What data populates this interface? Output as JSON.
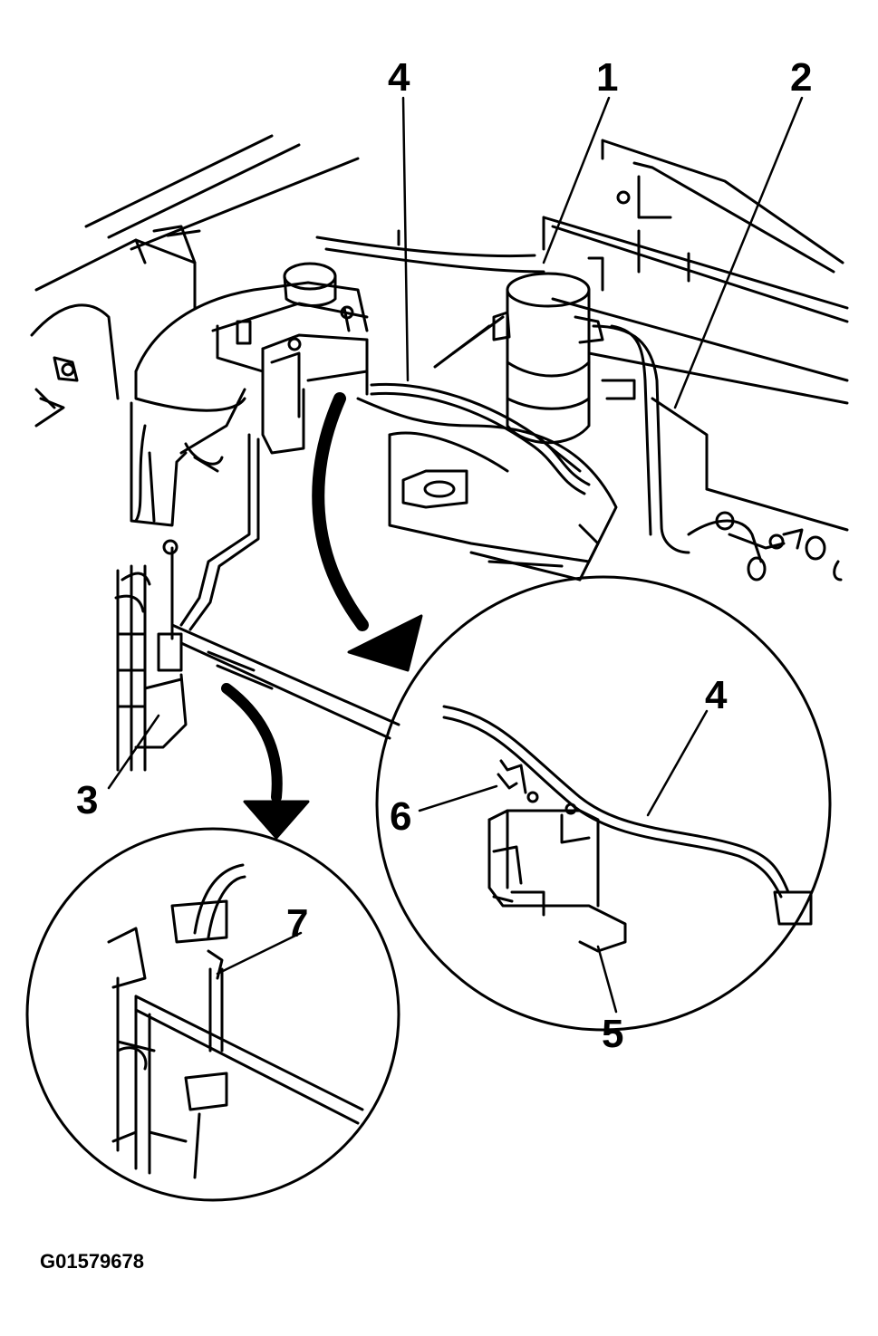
{
  "callouts": {
    "c1": "1",
    "c2": "2",
    "c3": "3",
    "c4_main": "4",
    "c4_detail": "4",
    "c5": "5",
    "c6": "6",
    "c7": "7"
  },
  "figure_id": "G01579678"
}
